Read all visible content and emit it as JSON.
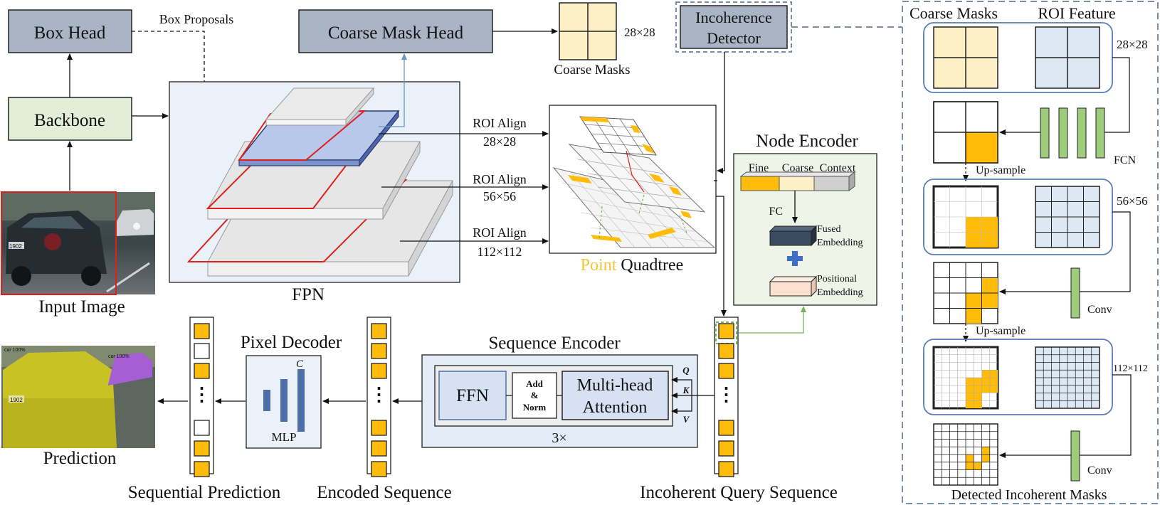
{
  "colors": {
    "head_box": "#a9b4c5",
    "backbone_box": "#e2eed7",
    "fpn_panel": "#eaf1f8",
    "mask_yellow": "#fdf0c6",
    "roi_blue": "#dce8f4",
    "orange": "#ffbc0a",
    "green_bar": "#9ccc7c",
    "node_panel": "#eef5e8",
    "encoder_panel": "#dfe9f5",
    "navy_block": "#3b4a5e",
    "pos_block": "#fbe1cf"
  },
  "top_left": {
    "box_head": "Box Head",
    "box_proposals": "Box Proposals",
    "coarse_mask_head": "Coarse Mask Head",
    "backbone": "Backbone",
    "input_image": "Input Image",
    "fpn": "FPN",
    "coarse_masks_size": "28×28",
    "coarse_masks": "Coarse Masks"
  },
  "incoherence_detector": [
    "Incoherence",
    "Detector"
  ],
  "roi_align": [
    {
      "label": "ROI Align",
      "size": "28×28"
    },
    {
      "label": "ROI Align",
      "size": "56×56"
    },
    {
      "label": "ROI Align",
      "size": "112×112"
    }
  ],
  "quadtree": {
    "point": "Point",
    "rest": " Quadtree"
  },
  "node_encoder": {
    "title": "Node Encoder",
    "fine": "Fine",
    "coarse": "Coarse",
    "context": "Context",
    "fc": "FC",
    "fused": [
      "Fused",
      "Embedding"
    ],
    "positional": [
      "Positional",
      "Embedding"
    ]
  },
  "bottom": {
    "prediction": "Prediction",
    "sequential_prediction": "Sequential Prediction",
    "pixel_decoder": "Pixel Decoder",
    "mlp": "MLP",
    "mlp_c": "C",
    "encoded_sequence": "Encoded Sequence",
    "sequence_encoder": "Sequence Encoder",
    "ffn": "FFN",
    "add_norm": [
      "Add",
      "&",
      "Norm"
    ],
    "mha": [
      "Multi-head",
      "Attention"
    ],
    "repeat": "3×",
    "q": "Q",
    "k": "K",
    "v": "V",
    "incoherent_query_sequence": "Incoherent Query Sequence"
  },
  "right_panel": {
    "coarse_masks": "Coarse Masks",
    "roi_feature": "ROI Feature",
    "size_28": "28×28",
    "fcn": "FCN",
    "upsample_1": "Up-sample",
    "size_56": "56×56",
    "conv_1": "Conv",
    "upsample_2": "Up-sample",
    "size_112": "112×112",
    "conv_2": "Conv",
    "detected": "Detected Incoherent Masks"
  },
  "photo_labels": {
    "car_a": "car 100%",
    "car_b": "car 100%",
    "plate": "1902"
  },
  "dots": "⋮"
}
